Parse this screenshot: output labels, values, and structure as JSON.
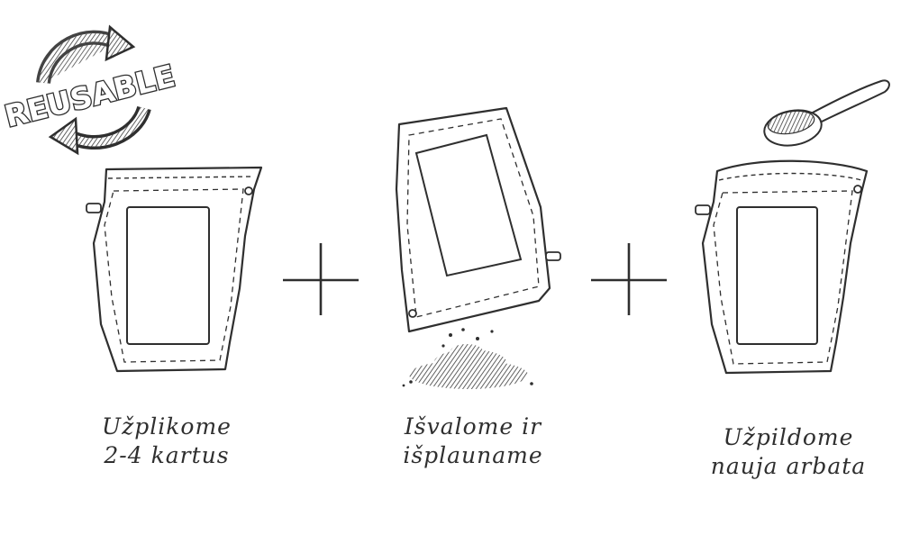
{
  "badge": {
    "text": "REUSABLE",
    "icon": "recycle-arrows-icon"
  },
  "steps": [
    {
      "icon": "brew-bag-icon",
      "caption_line1": "Užplikome",
      "caption_line2": "2-4 kartus"
    },
    {
      "icon": "emptying-bag-icon",
      "caption_line1": "Išvalome ir",
      "caption_line2": "išplauname"
    },
    {
      "icon": "refill-bag-with-spoon-icon",
      "caption_line1": "Užpildome",
      "caption_line2": "nauja arbata"
    }
  ],
  "separators": [
    "plus-icon",
    "plus-icon"
  ],
  "colors": {
    "ink": "#2f2f2f",
    "background": "#ffffff"
  }
}
